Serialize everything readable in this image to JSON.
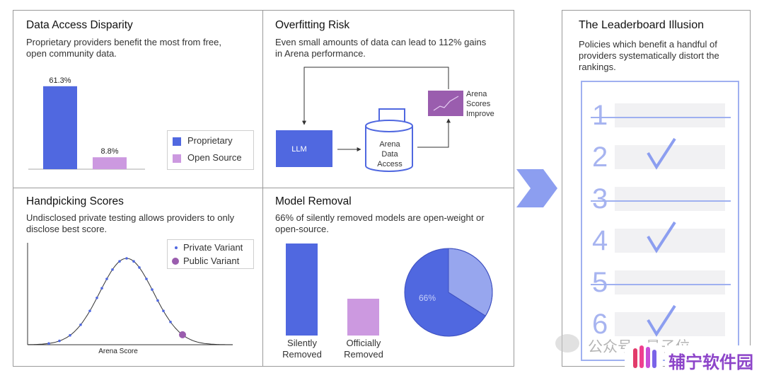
{
  "panels": {
    "access": {
      "title": "Data Access Disparity",
      "desc": "Proprietary providers benefit the most from free, open community data.",
      "legend": [
        "Proprietary",
        "Open Source"
      ],
      "chart_data": {
        "type": "bar",
        "categories": [
          "Proprietary",
          "Open Source"
        ],
        "values": [
          61.3,
          8.8
        ],
        "value_labels": [
          "61.3%",
          "8.8%"
        ],
        "colors": [
          "#5068e0",
          "#cc99e0"
        ]
      }
    },
    "overfit": {
      "title": "Overfitting Risk",
      "desc": "Even small amounts of data can lead to 112% gains in Arena performance.",
      "llm": "LLM",
      "db_label": [
        "Arena",
        "Data",
        "Access"
      ],
      "scores_label": [
        "Arena",
        "Scores",
        "Improve"
      ]
    },
    "handpick": {
      "title": "Handpicking Scores",
      "desc": "Undisclosed private testing allows providers to only disclose best score.",
      "legend": [
        "Private Variant",
        "Public Variant"
      ],
      "xlabel": "Arena Score"
    },
    "removal": {
      "title": "Model Removal",
      "desc": "66% of silently removed models are open-weight or open-source.",
      "bar_labels": [
        [
          "Silently",
          "Removed"
        ],
        [
          "Officially",
          "Removed"
        ]
      ],
      "pie_label": "66%",
      "chart_data": {
        "type": "bar",
        "categories": [
          "Silently Removed",
          "Officially Removed"
        ],
        "values": [
          1.0,
          0.4
        ],
        "pie": {
          "open": 66,
          "other": 34
        }
      }
    },
    "leaderboard": {
      "title": "The Leaderboard Illusion",
      "desc": "Policies which benefit a handful of providers systematically distort the rankings.",
      "rows": [
        "1",
        "2",
        "3",
        "4",
        "5",
        "6"
      ]
    }
  },
  "watermark": {
    "text1": "公众号 · 量子位",
    "text2": "辅宁软件园"
  },
  "colors": {
    "blue": "#5068e0",
    "lilac": "#cc99e0",
    "accent": "#8c9ef0"
  }
}
